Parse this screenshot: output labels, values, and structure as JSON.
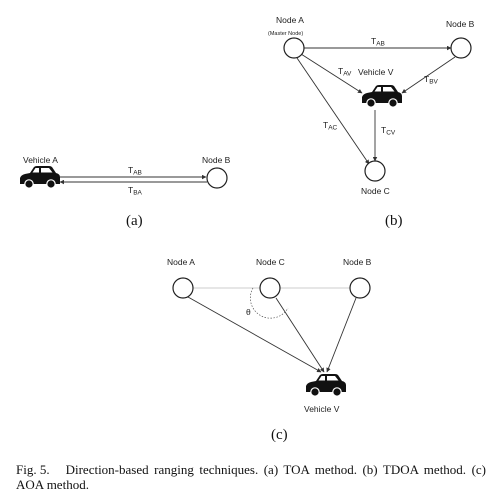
{
  "panel_a": {
    "label": "(a)",
    "vehicle": "Vehicle A",
    "node": "Node B",
    "edge_top": {
      "main": "T",
      "sub": "AB"
    },
    "edge_bottom": {
      "main": "T",
      "sub": "BA"
    }
  },
  "panel_b": {
    "label": "(b)",
    "node_a": "Node A",
    "node_a_note": "(Master Node)",
    "node_b": "Node B",
    "node_c": "Node C",
    "vehicle": "Vehicle V",
    "t_ab": {
      "main": "T",
      "sub": "AB"
    },
    "t_av": {
      "main": "T",
      "sub": "AV"
    },
    "t_bv": {
      "main": "T",
      "sub": "BV"
    },
    "t_ac": {
      "main": "T",
      "sub": "AC"
    },
    "t_cv": {
      "main": "T",
      "sub": "CV"
    }
  },
  "panel_c": {
    "label": "(c)",
    "node_a": "Node A",
    "node_c": "Node C",
    "node_b": "Node B",
    "vehicle": "Vehicle V",
    "angle": "θ"
  },
  "caption": {
    "fig": "Fig. 5.",
    "text": "Direction-based ranging techniques. (a) TOA method. (b) TDOA method. (c) AOA method."
  }
}
